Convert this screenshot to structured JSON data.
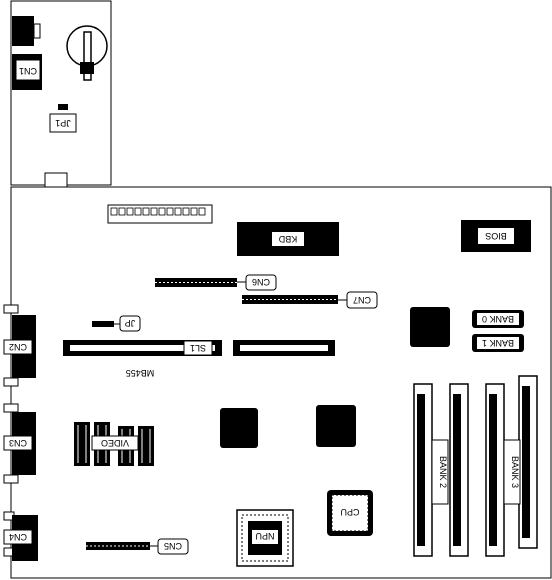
{
  "labels": {
    "cn1": "CN1",
    "jp1": "JP1",
    "kbd": "KBD",
    "bios": "BIOS",
    "cn6": "CN6",
    "cn7": "CN7",
    "jp": "JP",
    "cn2": "CN2",
    "sl1": "SL1",
    "bank0": "BANK 0",
    "bank1": "BANK 1",
    "board_model": "MB455",
    "cn3": "CN3",
    "video": "VIDEO",
    "bank2": "BANK 2",
    "bank3": "BANK 3",
    "cpu": "CPU",
    "npu": "NPU",
    "cn4": "CN4",
    "cn5": "CN5"
  }
}
